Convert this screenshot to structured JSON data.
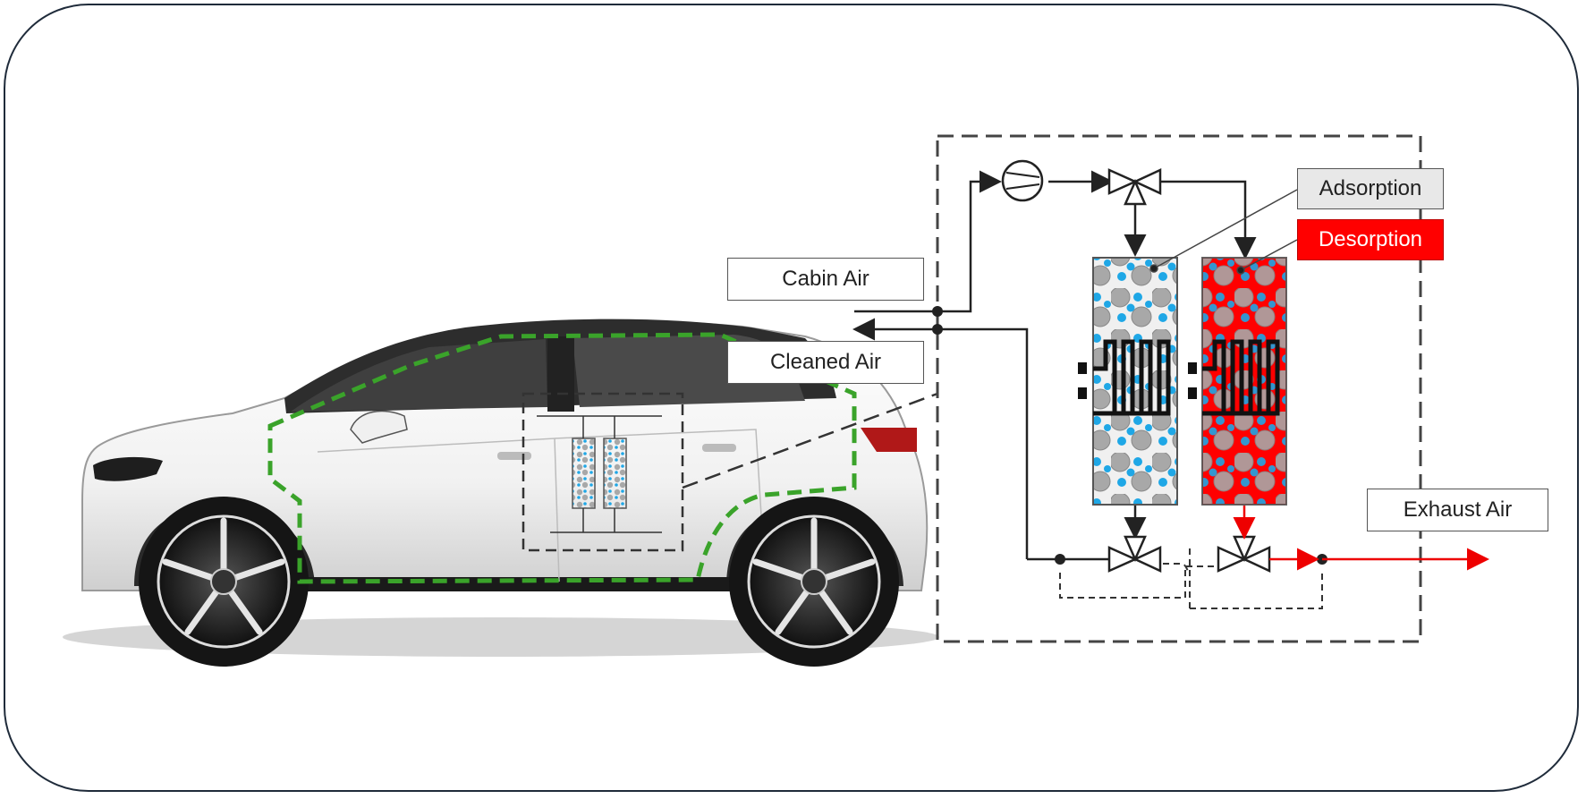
{
  "labels": {
    "cabin_air": "Cabin Air",
    "cleaned_air": "Cleaned Air",
    "exhaust_air": "Exhaust Air",
    "adsorption": "Adsorption",
    "desorption": "Desorption"
  },
  "colors": {
    "frame": "#1f2b3a",
    "cabin_outline": "#3aa32a",
    "desorption": "#ff0000",
    "sorbent_blue": "#1fa7e6",
    "sorbent_grey": "#a8a8a8"
  }
}
